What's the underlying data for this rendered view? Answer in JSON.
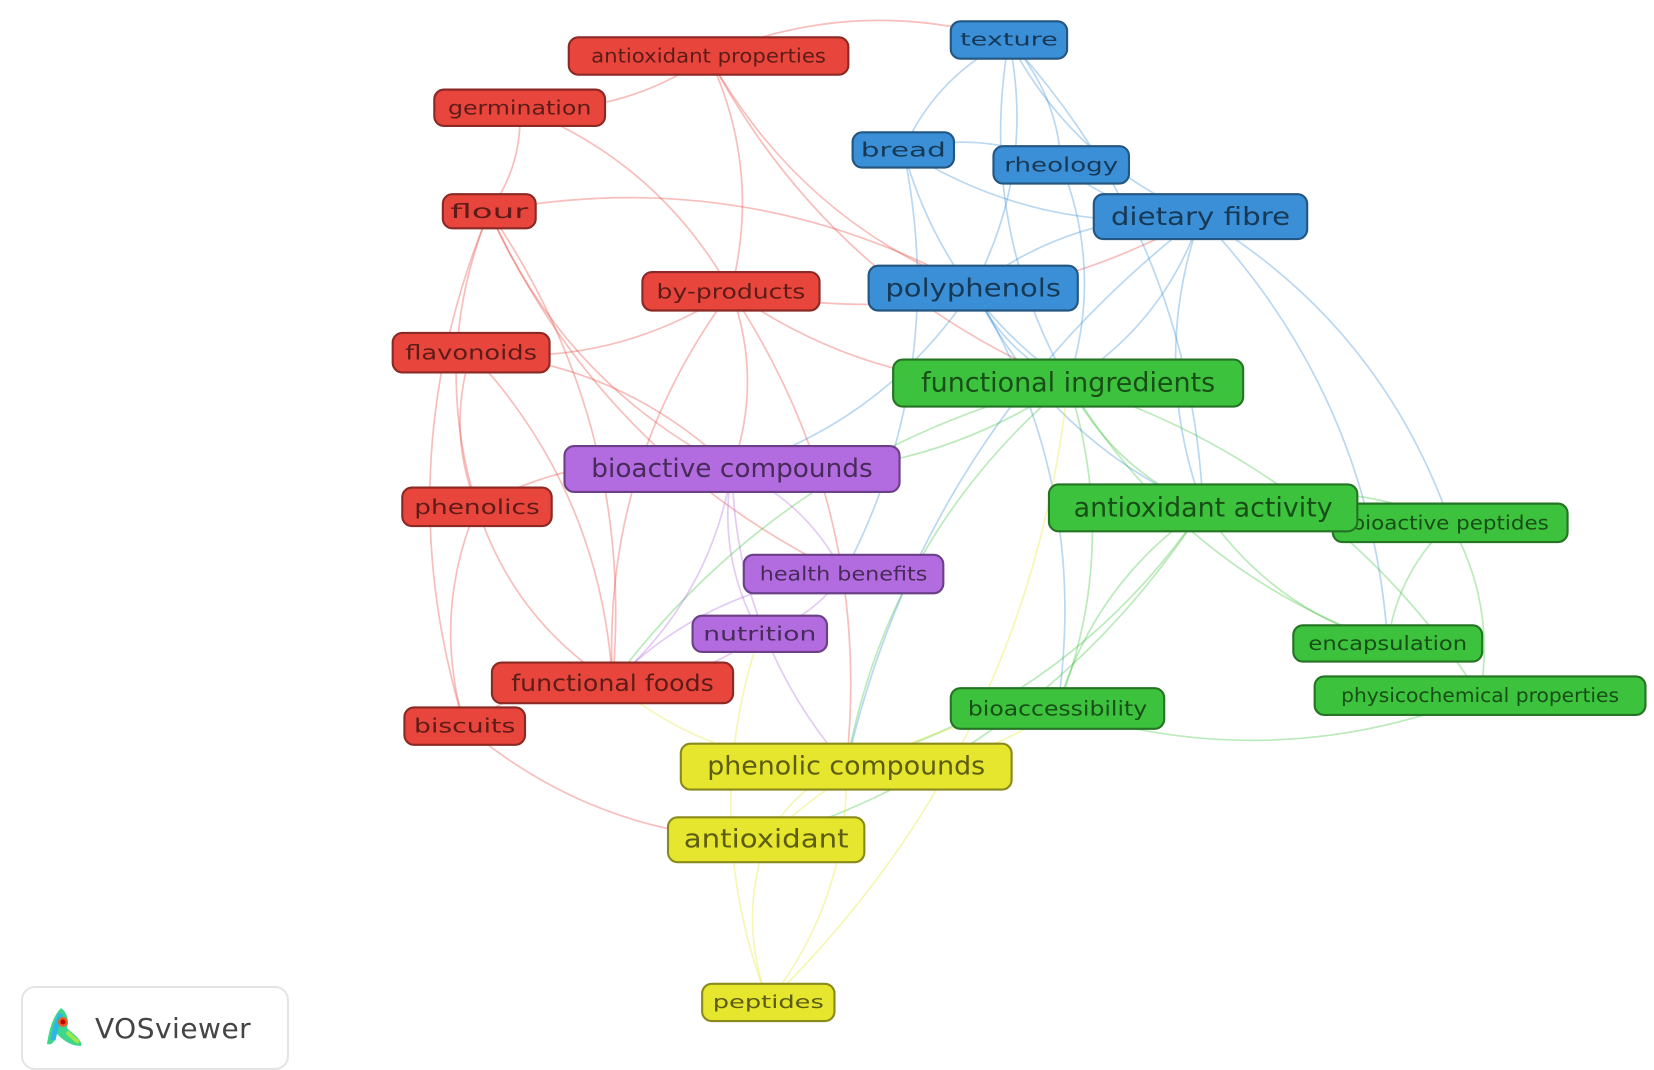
{
  "colors": {
    "red": "#e8453c",
    "blue": "#3a8fd6",
    "green": "#3cc23c",
    "purple": "#b36be0",
    "yellow": "#e6e62e"
  },
  "nodes": [
    {
      "id": "antioxidant-properties",
      "label": "antioxidant properties",
      "cluster": "red"
    },
    {
      "id": "germination",
      "label": "germination",
      "cluster": "red"
    },
    {
      "id": "flour",
      "label": "flour",
      "cluster": "red"
    },
    {
      "id": "by-products",
      "label": "by-products",
      "cluster": "red"
    },
    {
      "id": "flavonoids",
      "label": "flavonoids",
      "cluster": "red"
    },
    {
      "id": "phenolics",
      "label": "phenolics",
      "cluster": "red"
    },
    {
      "id": "functional-foods",
      "label": "functional foods",
      "cluster": "red"
    },
    {
      "id": "biscuits",
      "label": "biscuits",
      "cluster": "red"
    },
    {
      "id": "texture",
      "label": "texture",
      "cluster": "blue"
    },
    {
      "id": "bread",
      "label": "bread",
      "cluster": "blue"
    },
    {
      "id": "rheology",
      "label": "rheology",
      "cluster": "blue"
    },
    {
      "id": "dietary-fibre",
      "label": "dietary fibre",
      "cluster": "blue"
    },
    {
      "id": "polyphenols",
      "label": "polyphenols",
      "cluster": "blue"
    },
    {
      "id": "functional-ingredients",
      "label": "functional ingredients",
      "cluster": "green"
    },
    {
      "id": "bioactive-peptides",
      "label": "bioactive peptides",
      "cluster": "green"
    },
    {
      "id": "antioxidant-activity",
      "label": "antioxidant activity",
      "cluster": "green"
    },
    {
      "id": "encapsulation",
      "label": "encapsulation",
      "cluster": "green"
    },
    {
      "id": "physicochemical-properties",
      "label": "physicochemical properties",
      "cluster": "green"
    },
    {
      "id": "bioaccessibility",
      "label": "bioaccessibility",
      "cluster": "green"
    },
    {
      "id": "bioactive-compounds",
      "label": "bioactive compounds",
      "cluster": "purple"
    },
    {
      "id": "health-benefits",
      "label": "health benefits",
      "cluster": "purple"
    },
    {
      "id": "nutrition",
      "label": "nutrition",
      "cluster": "purple"
    },
    {
      "id": "phenolic-compounds",
      "label": "phenolic compounds",
      "cluster": "yellow"
    },
    {
      "id": "antioxidant",
      "label": "antioxidant",
      "cluster": "yellow"
    },
    {
      "id": "peptides",
      "label": "peptides",
      "cluster": "yellow"
    }
  ],
  "edges": [
    [
      "germination",
      "flour"
    ],
    [
      "germination",
      "antioxidant-properties"
    ],
    [
      "germination",
      "by-products"
    ],
    [
      "flour",
      "bioactive-compounds"
    ],
    [
      "flour",
      "functional-foods"
    ],
    [
      "flour",
      "phenolics"
    ],
    [
      "flour",
      "polyphenols"
    ],
    [
      "flour",
      "health-benefits"
    ],
    [
      "antioxidant-properties",
      "by-products"
    ],
    [
      "antioxidant-properties",
      "polyphenols"
    ],
    [
      "antioxidant-properties",
      "texture"
    ],
    [
      "antioxidant-properties",
      "functional-ingredients"
    ],
    [
      "by-products",
      "bioactive-compounds"
    ],
    [
      "by-products",
      "functional-ingredients"
    ],
    [
      "by-products",
      "phenolic-compounds"
    ],
    [
      "by-products",
      "functional-foods"
    ],
    [
      "by-products",
      "flavonoids"
    ],
    [
      "by-products",
      "dietary-fibre"
    ],
    [
      "flavonoids",
      "bioactive-compounds"
    ],
    [
      "flavonoids",
      "phenolics"
    ],
    [
      "flavonoids",
      "functional-foods"
    ],
    [
      "phenolics",
      "functional-foods"
    ],
    [
      "phenolics",
      "bioactive-compounds"
    ],
    [
      "phenolics",
      "biscuits"
    ],
    [
      "biscuits",
      "functional-foods"
    ],
    [
      "biscuits",
      "antioxidant"
    ],
    [
      "biscuits",
      "flour"
    ],
    [
      "texture",
      "bread"
    ],
    [
      "texture",
      "rheology"
    ],
    [
      "texture",
      "dietary-fibre"
    ],
    [
      "texture",
      "polyphenols"
    ],
    [
      "texture",
      "functional-ingredients"
    ],
    [
      "texture",
      "antioxidant-activity"
    ],
    [
      "bread",
      "dietary-fibre"
    ],
    [
      "bread",
      "rheology"
    ],
    [
      "bread",
      "functional-ingredients"
    ],
    [
      "bread",
      "health-benefits"
    ],
    [
      "rheology",
      "dietary-fibre"
    ],
    [
      "rheology",
      "functional-ingredients"
    ],
    [
      "dietary-fibre",
      "polyphenols"
    ],
    [
      "dietary-fibre",
      "functional-ingredients"
    ],
    [
      "dietary-fibre",
      "antioxidant-activity"
    ],
    [
      "dietary-fibre",
      "bioactive-peptides"
    ],
    [
      "dietary-fibre",
      "phenolic-compounds"
    ],
    [
      "dietary-fibre",
      "encapsulation"
    ],
    [
      "polyphenols",
      "functional-ingredients"
    ],
    [
      "polyphenols",
      "bioactive-compounds"
    ],
    [
      "polyphenols",
      "antioxidant-activity"
    ],
    [
      "polyphenols",
      "bioaccessibility"
    ],
    [
      "functional-ingredients",
      "antioxidant-activity"
    ],
    [
      "functional-ingredients",
      "bioactive-compounds"
    ],
    [
      "functional-ingredients",
      "phenolic-compounds"
    ],
    [
      "functional-ingredients",
      "bioaccessibility"
    ],
    [
      "functional-ingredients",
      "encapsulation"
    ],
    [
      "functional-ingredients",
      "physicochemical-properties"
    ],
    [
      "functional-ingredients",
      "functional-foods"
    ],
    [
      "antioxidant-activity",
      "bioactive-peptides"
    ],
    [
      "antioxidant-activity",
      "encapsulation"
    ],
    [
      "antioxidant-activity",
      "phenolic-compounds"
    ],
    [
      "antioxidant-activity",
      "bioaccessibility"
    ],
    [
      "antioxidant-activity",
      "antioxidant"
    ],
    [
      "bioactive-peptides",
      "encapsulation"
    ],
    [
      "bioactive-peptides",
      "physicochemical-properties"
    ],
    [
      "bioaccessibility",
      "physicochemical-properties"
    ],
    [
      "bioactive-compounds",
      "health-benefits"
    ],
    [
      "bioactive-compounds",
      "nutrition"
    ],
    [
      "bioactive-compounds",
      "functional-foods"
    ],
    [
      "bioactive-compounds",
      "phenolic-compounds"
    ],
    [
      "health-benefits",
      "nutrition"
    ],
    [
      "health-benefits",
      "functional-foods"
    ],
    [
      "nutrition",
      "functional-foods"
    ],
    [
      "phenolic-compounds",
      "antioxidant"
    ],
    [
      "phenolic-compounds",
      "peptides"
    ],
    [
      "phenolic-compounds",
      "bioaccessibility"
    ],
    [
      "phenolic-compounds",
      "functional-foods"
    ],
    [
      "antioxidant",
      "peptides"
    ],
    [
      "antioxidant",
      "bioaccessibility"
    ],
    [
      "peptides",
      "functional-ingredients"
    ],
    [
      "peptides",
      "nutrition"
    ]
  ],
  "logo": {
    "label": "VOSviewer"
  }
}
